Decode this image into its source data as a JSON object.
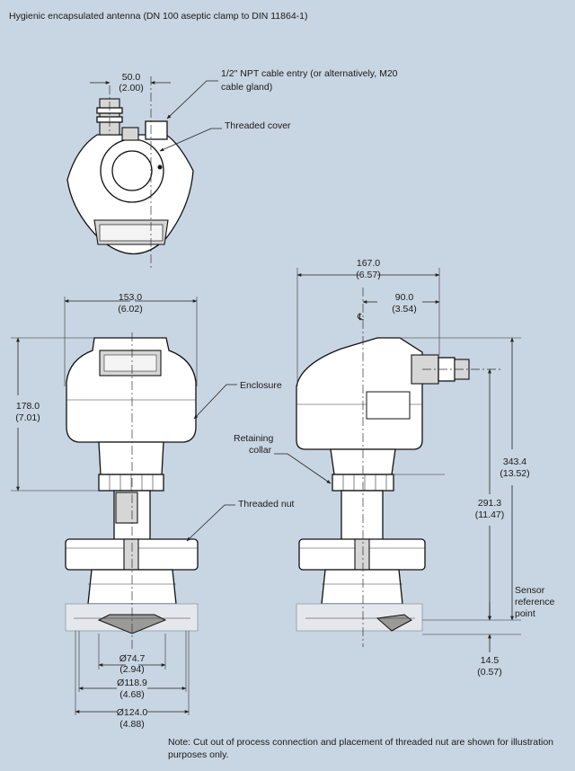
{
  "title": "Hygienic encapsulated antenna (DN 100 aseptic clamp to DIN 11864-1)",
  "callouts": {
    "cable_entry_line1": "1/2\" NPT cable entry (or alternatively, M20",
    "cable_entry_line2": "cable gland)",
    "threaded_cover": "Threaded cover",
    "enclosure": "Enclosure",
    "retaining_collar_line1": "Retaining",
    "retaining_collar_line2": "collar",
    "threaded_nut": "Threaded nut",
    "sensor_ref_line1": "Sensor",
    "sensor_ref_line2": "reference",
    "sensor_ref_line3": "point",
    "centerline_symbol": "℄"
  },
  "dimensions": {
    "top_width": {
      "mm": "50.0",
      "in": "(2.00)"
    },
    "front_width": {
      "mm": "153.0",
      "in": "(6.02)"
    },
    "front_height": {
      "mm": "178.0",
      "in": "(7.01)"
    },
    "side_width": {
      "mm": "167.0",
      "in": "(6.57)"
    },
    "side_offset": {
      "mm": "90.0",
      "in": "(3.54)"
    },
    "total_height": {
      "mm": "343.4",
      "in": "(13.52)"
    },
    "collar_height": {
      "mm": "291.3",
      "in": "(11.47)"
    },
    "antenna_length": {
      "mm": "14.5",
      "in": "(0.57)"
    },
    "dia_inner": {
      "mm": "Ø74.7",
      "in": "(2.94)"
    },
    "dia_mid": {
      "mm": "Ø118.9",
      "in": "(4.68)"
    },
    "dia_outer": {
      "mm": "Ø124.0",
      "in": "(4.88)"
    }
  },
  "note_line1": "Note: Cut out of process connection and placement of threaded nut are shown for illustration",
  "note_line2": "purposes only."
}
